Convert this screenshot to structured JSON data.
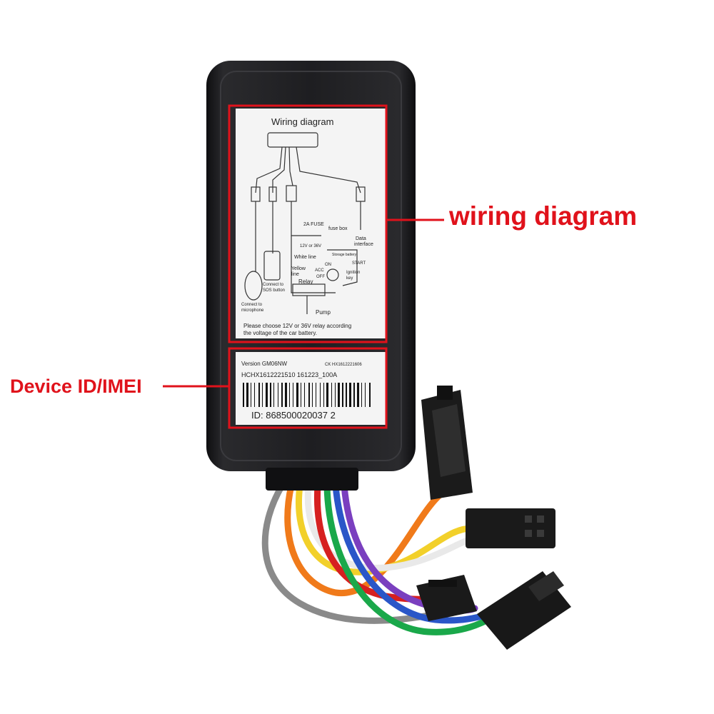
{
  "callouts": {
    "wiring": "wiring diagram",
    "device": "Device ID/IMEI"
  },
  "label_top": {
    "title": "Wiring diagram",
    "fuse": "2A FUSE",
    "fuse_box": "fuse box",
    "voltage": "12V or 36V",
    "storage": "Storage battery",
    "data_interface_1": "Data",
    "data_interface_2": "interface",
    "white_line": "White line",
    "yellow_line_1": "Yellow",
    "yellow_line_2": "line",
    "on": "ON",
    "start": "START",
    "acc": "ACC",
    "off": "OFF",
    "ignition_1": "Ignition",
    "ignition_2": "key",
    "relay": "Relay",
    "pump": "Pump",
    "sos_1": "Connect to",
    "sos_2": "SOS button",
    "mic_1": "Connect to",
    "mic_2": "microphone",
    "note_1": "Please choose 12V or 36V relay according",
    "note_2": "the voltage of the car battery."
  },
  "label_bottom": {
    "version": "Version GM06NW",
    "ck": "CK HX1612221606",
    "serial": "HCHX1612221510 161223_100A",
    "id": "ID: 868500020037 2"
  },
  "colors": {
    "callout_red": "#e0121b",
    "housing": "#1b1b1d",
    "label": "#f4f4f4"
  },
  "wires": [
    "gray",
    "orange",
    "yellow",
    "white",
    "red",
    "green",
    "blue",
    "purple"
  ],
  "icons": [
    "sos-button-icon",
    "microphone-icon",
    "barcode-icon",
    "connector-icon"
  ]
}
